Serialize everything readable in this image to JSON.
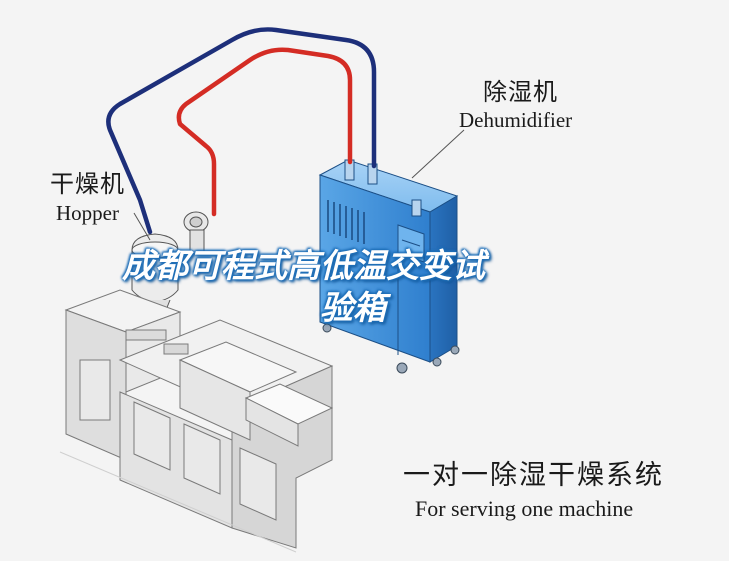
{
  "labels": {
    "hopper_cn": "干燥机",
    "hopper_en": "Hopper",
    "dehumidifier_cn": "除湿机",
    "dehumidifier_en": "Dehumidifier",
    "system_cn": "一对一除湿干燥系统",
    "system_en": "For serving one machine"
  },
  "overlay": {
    "line1": "成都可程式高低温交变试",
    "line2": "验箱"
  },
  "colors": {
    "background": "#f4f4f4",
    "dehumidifier_blue": "#3d8ed8",
    "pipe_blue": "#1d2f7a",
    "pipe_red": "#d42c24",
    "machine_gray": "#e6e6e6",
    "overlay_outline": "#1f6fb8"
  }
}
